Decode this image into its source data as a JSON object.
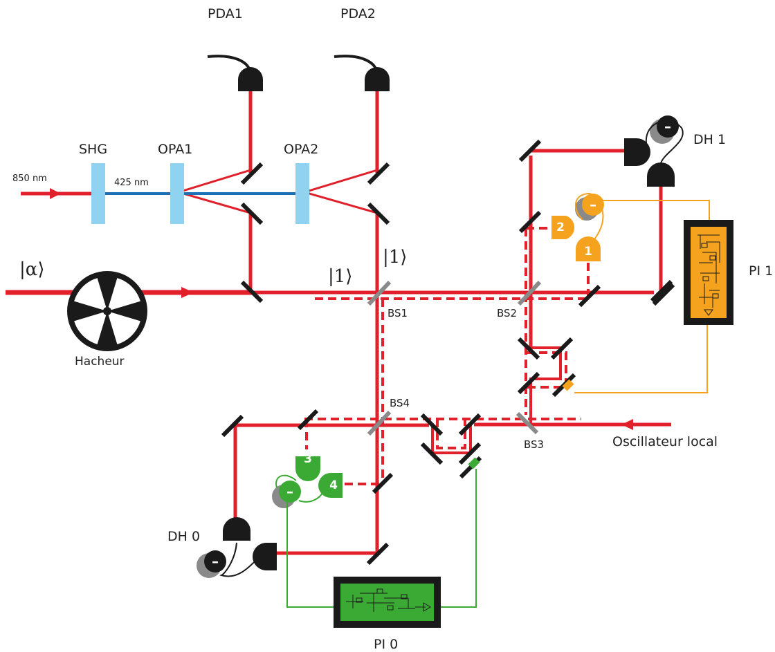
{
  "labels": {
    "pda1": "PDA1",
    "pda2": "PDA2",
    "shg": "SHG",
    "opa1": "OPA1",
    "opa2": "OPA2",
    "wavelength_in": "850 nm",
    "wavelength_blue": "425 nm",
    "alpha_state": "|α⟩",
    "one_state_a": "|1⟩",
    "one_state_b": "|1⟩",
    "chopper": "Hacheur",
    "bs1": "BS1",
    "bs2": "BS2",
    "bs3": "BS3",
    "bs4": "BS4",
    "dh1": "DH 1",
    "dh0": "DH 0",
    "pi1": "PI 1",
    "pi0": "PI 0",
    "local_oscillator": "Oscillateur local"
  },
  "detectors": {
    "orange_1": "1",
    "orange_2": "2",
    "green_3": "3",
    "green_4": "4",
    "minus": "–"
  },
  "colors": {
    "laser_red": "#e0202a",
    "pump_blue": "#1f6fb5",
    "crystal_blue": "#8fd3f0",
    "orange": "#f5a21f",
    "green": "#3aaa35",
    "black": "#1a1a1a",
    "gray": "#8a8a8a"
  }
}
